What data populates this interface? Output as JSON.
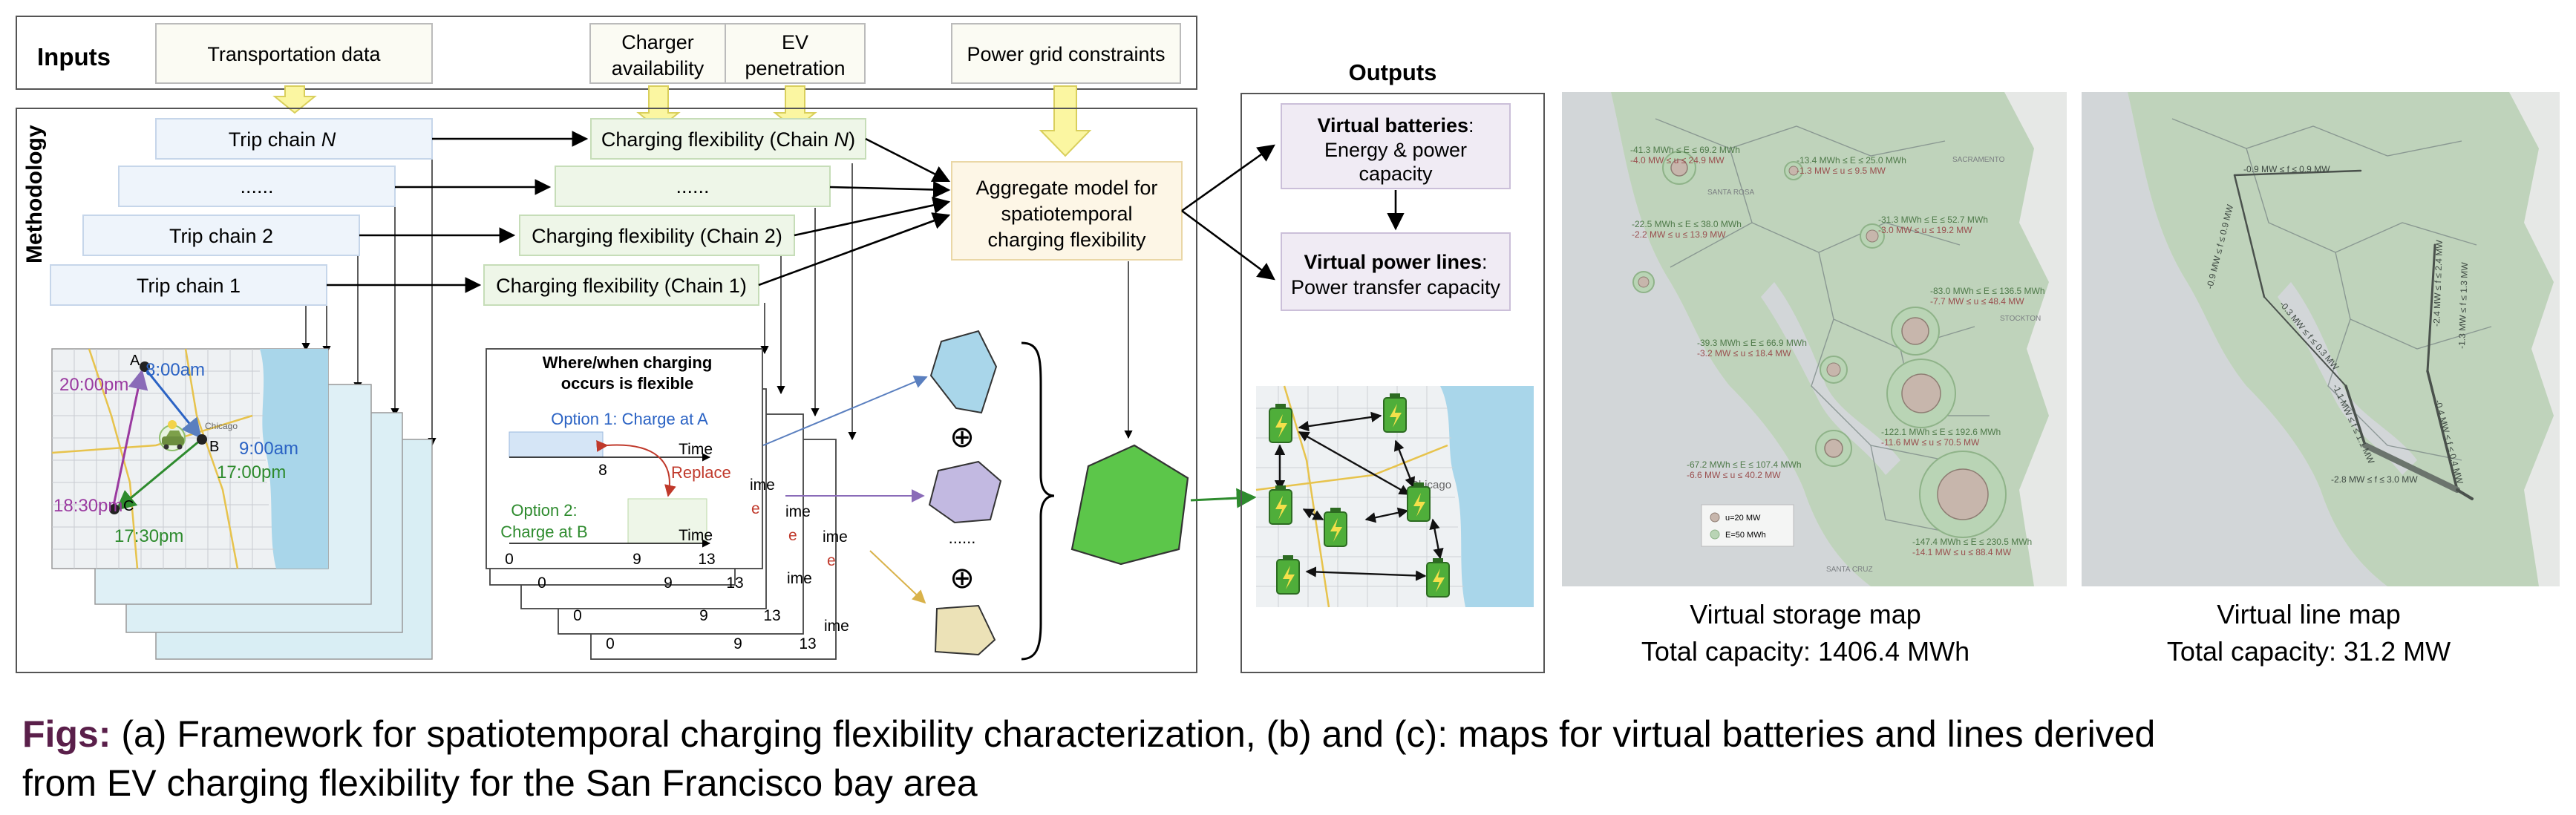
{
  "inputs": {
    "title": "Inputs",
    "transport": "Transportation data",
    "charger_l1": "Charger",
    "charger_l2": "availability",
    "ev_l1": "EV",
    "ev_l2": "penetration",
    "grid": "Power grid constraints"
  },
  "methodology": {
    "title": "Methodology",
    "trip_n_prefix": "Trip chain ",
    "trip_n_var": "N",
    "dots": "......",
    "trip_2": "Trip chain 2",
    "trip_1": "Trip chain 1",
    "flex_n_prefix": "Charging flexibility (Chain ",
    "flex_n_var": "N",
    "flex_n_suffix": ")",
    "flex_2": "Charging flexibility (Chain 2)",
    "flex_1": "Charging flexibility (Chain 1)",
    "aggregate_l1": "Aggregate model for",
    "aggregate_l2": "spatiotemporal",
    "aggregate_l3": "charging flexibility"
  },
  "trip_map": {
    "point_a": "A",
    "point_b": "B",
    "point_c": "C",
    "time_a": "8:00am",
    "time_b1": "9:00am",
    "time_b2": "17:00pm",
    "time_c1": "17:30pm",
    "time_c2": "18:30pm",
    "time_return": "20:00pm",
    "city": "Chicago"
  },
  "flex_panel": {
    "title_l1": "Where/when charging",
    "title_l2": "occurs is flexible",
    "option1": "Option 1: Charge at A",
    "time_label": "Time",
    "tick_8": "8",
    "replace": "Replace",
    "option2_l1": "Option 2:",
    "option2_l2": "Charge at B",
    "tick_0": "0",
    "tick_9": "9",
    "tick_13": "13",
    "stack_time": "ime",
    "stack_e": "e"
  },
  "polygons": {
    "oplus": "⊕",
    "dots": "......"
  },
  "outputs": {
    "title": "Outputs",
    "vb_bold": "Virtual batteries",
    "vb_colon": ":",
    "vb_l2": "Energy & power",
    "vb_l3": "capacity",
    "vl_bold": "Virtual power lines",
    "vl_colon": ":",
    "vl_l2": "Power transfer capacity",
    "network_city": "Chicago"
  },
  "storage_map": {
    "caption": "Virtual storage map",
    "total": "Total capacity:  1406.4 MWh",
    "city_sacramento": "SACRAMENTO",
    "city_santa_rosa": "SANTA ROSA",
    "city_stockton": "STOCKTON",
    "city_santa_cruz": "SANTA CRUZ",
    "legend_u": "u=20 MW",
    "legend_e": "E=50 MWh",
    "labels": [
      {
        "e": "-41.3 MWh ≤ E ≤ 69.2 MWh",
        "p": "-4.0 MW ≤ u ≤ 24.9 MW"
      },
      {
        "e": "-13.4 MWh ≤ E ≤ 25.0 MWh",
        "p": "-1.3 MW ≤ u ≤ 9.5 MW"
      },
      {
        "e": "-31.3 MWh ≤ E ≤ 52.7 MWh",
        "p": "-3.0 MW ≤ u ≤ 19.2 MW"
      },
      {
        "e": "-22.5 MWh ≤ E ≤ 38.0 MWh",
        "p": "-2.2 MW ≤ u ≤ 13.9 MW"
      },
      {
        "e": "-83.0 MWh ≤ E ≤ 136.5 MWh",
        "p": "-7.7 MW ≤ u ≤ 48.4 MW"
      },
      {
        "e": "-39.3 MWh ≤ E ≤ 66.9 MWh",
        "p": "-3.2 MW ≤ u ≤ 18.4 MW"
      },
      {
        "e": "-122.1 MWh ≤ E ≤ 192.6 MWh",
        "p": "-11.6 MW ≤ u ≤ 70.5 MW"
      },
      {
        "e": "-67.2 MWh ≤ E ≤ 107.4 MWh",
        "p": "-6.6 MW ≤ u ≤ 40.2 MW"
      },
      {
        "e": "-147.4 MWh ≤ E ≤ 230.5 MWh",
        "p": "-14.1 MW ≤ u ≤ 88.4 MW"
      }
    ]
  },
  "line_map": {
    "caption": "Virtual line map",
    "total": "Total capacity:  31.2 MW",
    "labels": [
      "-0.9 MW ≤ f ≤ 0.9 MW",
      "-0.9 MW ≤ f ≤ 0.9 MW",
      "-0.3 MW ≤ f ≤ 0.3 MW",
      "-1.1 MW ≤ f ≤ 1.1 MW",
      "-2.4 MW ≤ f ≤ 2.4 MW",
      "-1.3 MW ≤ f ≤ 1.3 MW",
      "-2.8 MW ≤ f ≤ 3.0 MW",
      "-0.4 MW ≤ f ≤ 0.4 MW"
    ]
  },
  "caption": {
    "figs": "Figs:",
    "line1": " (a) Framework for spatiotemporal charging flexibility characterization, (b) and (c): maps for virtual batteries and lines derived",
    "line2": "from EV charging flexibility for the San Francisco bay area"
  },
  "colors": {
    "trip_box": "#eef4fb",
    "flex_box": "#eef6e8",
    "input_box": "#fbfbf3",
    "aggregate_box": "#fdf6e6",
    "output_box": "#f0ebf4",
    "yellow_arrow": "#fbf6a1",
    "green_poly": "#5cc64a",
    "blue_poly": "#a9d6ea",
    "purple_poly": "#c2b9e1",
    "beige_poly": "#ece2b7",
    "figs_label": "#5a1f4a"
  }
}
